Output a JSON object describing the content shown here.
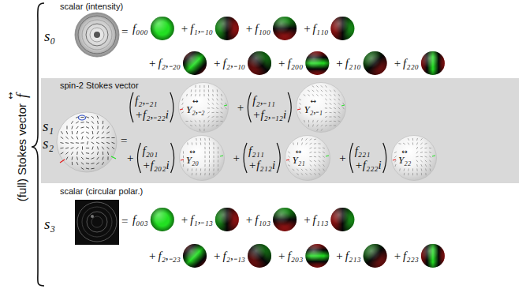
{
  "diagram": {
    "nodes": [
      {
        "text": [
          "spin-2 Stokes vector"
        ]
      },
      {
        "text": [
          "↔",
          "Y₂,₋₂"
        ],
        "in": 0
      },
      {
        "text": [
          "↔",
          "Y₂,₋₁"
        ],
        "in": 0
      },
      {
        "text": [
          "↔",
          "Y₂₀"
        ],
        "in": 0
      },
      {
        "text": [
          "↔",
          "Y₂₁"
        ],
        "in": 0
      },
      {
        "text": [
          "↔",
          "Y₂₂"
        ],
        "in": 0
      }
    ],
    "labels": [
      "(full) Stokes vector",
      "↔",
      "f",
      "scalar (intensity)",
      "s₀",
      "=",
      "f₀₀₀",
      "+",
      "f₁,₋₁₀",
      "+",
      "f₁₀₀",
      "+",
      "f₁₁₀",
      "+",
      "f₂,₋₂₀",
      "+",
      "f₂,₋₁₀",
      "+",
      "f₂₀₀",
      "+",
      "f₂₁₀",
      "+",
      "f₂₂₀",
      "s₁",
      "s₂",
      "=",
      "f₂,₋₂₁",
      "+f₂,₋₂₂i",
      "+",
      "f₂,₋₁₁",
      "+f₂,₋₁₂i",
      "+",
      "f₂₀₁",
      "+f₂₀₂i",
      "+",
      "f₂₁₁",
      "+f₂₁₂i",
      "+",
      "f₂₂₁",
      "+f₂₂₂i",
      "scalar (circular polar.)",
      "s₃",
      "=",
      "f₀₀₃",
      "+",
      "f₁,₋₁₃",
      "+",
      "f₁₀₃",
      "+",
      "f₁₁₃",
      "+",
      "f₂,₋₂₃",
      "+",
      "f₂,₋₁₃",
      "+",
      "f₂₀₃",
      "+",
      "f₂₁₃",
      "+",
      "f₂₂₃"
    ]
  }
}
